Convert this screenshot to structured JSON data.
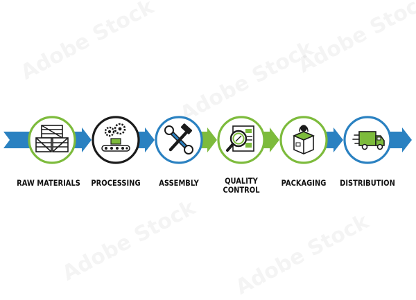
{
  "colors": {
    "blue": "#2a81c1",
    "green": "#7dbb3c",
    "black": "#1b1b1b",
    "ink": "#222222"
  },
  "steps": [
    {
      "label": "RAW MATERIALS",
      "icon": "crate-icon",
      "ring": "green"
    },
    {
      "label": "PROCESSING",
      "icon": "conveyor-gears-icon",
      "ring": "black"
    },
    {
      "label": "ASSEMBLY",
      "icon": "wrench-hammer-icon",
      "ring": "blue"
    },
    {
      "label": "QUALITY\nCONTROL",
      "icon": "magnifier-document-icon",
      "ring": "green"
    },
    {
      "label": "PACKAGING",
      "icon": "package-icon",
      "ring": "green"
    },
    {
      "label": "DISTRIBUTION",
      "icon": "delivery-truck-icon",
      "ring": "blue"
    }
  ],
  "image_id": "1806235983"
}
